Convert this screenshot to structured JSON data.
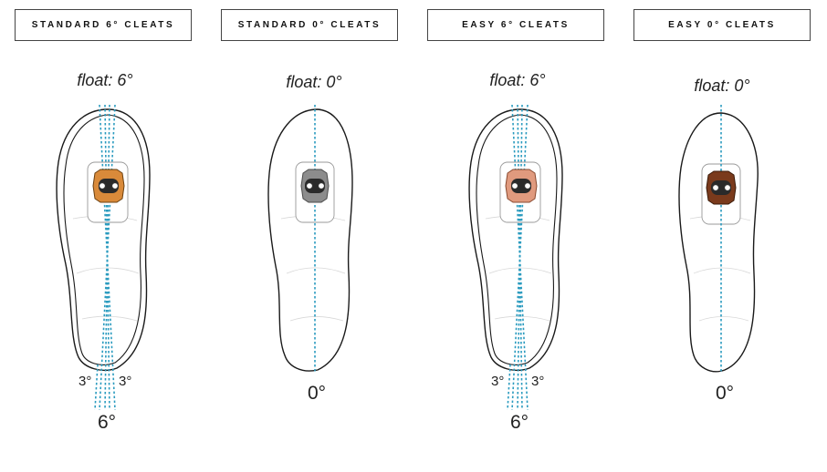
{
  "panels": [
    {
      "title": "STANDARD 6° CLEATS",
      "float": "float: 6°",
      "left_angle": "3°",
      "right_angle": "3°",
      "total_angle": "6°",
      "cleat_color": "#d98a3a"
    },
    {
      "title": "STANDARD 0° CLEATS",
      "float": "float: 0°",
      "total_angle": "0°",
      "cleat_color": "#8c8c8c"
    },
    {
      "title": "EASY 6° CLEATS",
      "float": "float: 6°",
      "left_angle": "3°",
      "right_angle": "3°",
      "total_angle": "6°",
      "cleat_color": "#e09a7e"
    },
    {
      "title": "EASY 0° CLEATS",
      "float": "float: 0°",
      "total_angle": "0°",
      "cleat_color": "#7a3a1c"
    }
  ],
  "colors": {
    "line": "#2b9bbf"
  }
}
